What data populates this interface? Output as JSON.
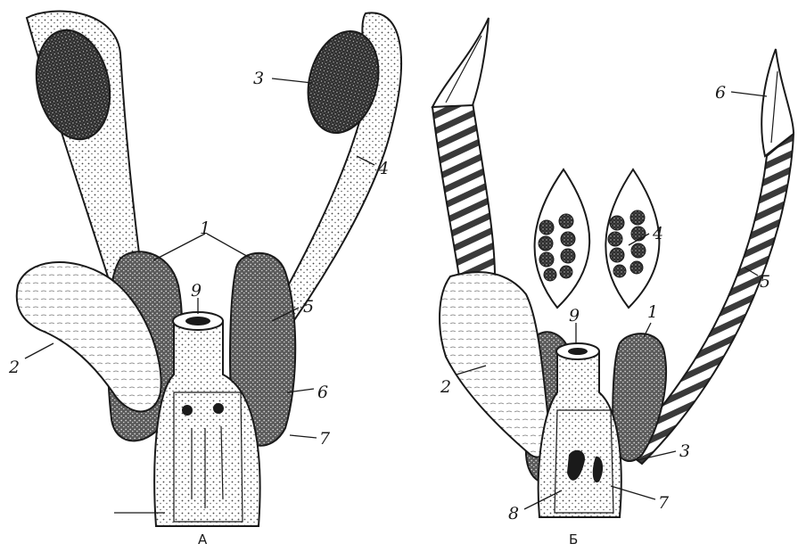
{
  "panels": [
    {
      "id": "A",
      "label": "А",
      "callouts": [
        "1",
        "1",
        "2",
        "3",
        "4",
        "5",
        "6",
        "7",
        "9"
      ]
    },
    {
      "id": "B",
      "label": "Б",
      "callouts": [
        "1",
        "2",
        "3",
        "4",
        "5",
        "6",
        "7",
        "8",
        "9"
      ]
    }
  ],
  "colors": {
    "ink": "#1a1a1a",
    "shade_dark": "#3a3a3a",
    "shade_mid": "#9a9a9a",
    "paper": "#ffffff"
  }
}
